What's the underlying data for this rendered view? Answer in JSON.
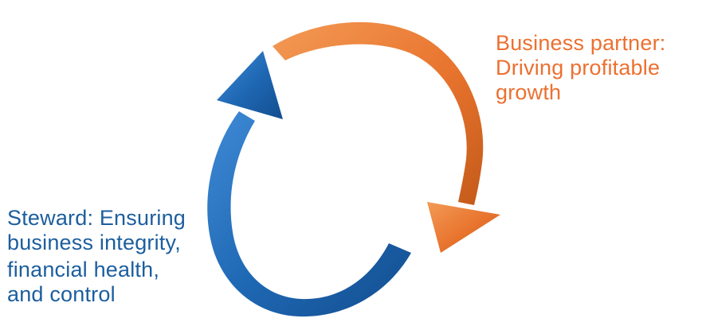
{
  "colors": {
    "orange": "#E8742E",
    "orange_dark": "#C45A1A",
    "orange_light": "#F3A15E",
    "blue": "#1F68B4",
    "blue_dark": "#134E8F",
    "blue_light": "#3F8AD6",
    "label_orange": "#EC7030",
    "label_blue": "#1C5E9E"
  },
  "cycle": {
    "arrows": [
      {
        "id": "business-partner",
        "color": "orange",
        "direction": "clockwise",
        "icon": "curved-arrow-icon"
      },
      {
        "id": "steward",
        "color": "blue",
        "direction": "clockwise",
        "icon": "curved-arrow-icon"
      }
    ]
  },
  "labels": {
    "partner": {
      "lines": [
        "Business partner:",
        "Driving profitable",
        "growth"
      ]
    },
    "steward": {
      "lines": [
        "Steward: Ensuring",
        "business integrity,",
        "financial health,",
        "and control"
      ]
    }
  }
}
